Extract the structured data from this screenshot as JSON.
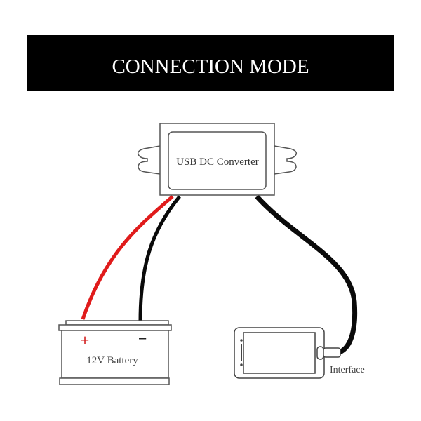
{
  "banner": {
    "title": "CONNECTION MODE"
  },
  "converter": {
    "label": "USB DC Converter"
  },
  "battery": {
    "label": "12V Battery",
    "positive": "+",
    "negative": "−"
  },
  "phone": {
    "connector_label": "Interface"
  },
  "colors": {
    "banner": "#000000",
    "positive_wire": "#e01b1b",
    "negative_wire": "#0a0a0a",
    "outline": "#555555"
  }
}
